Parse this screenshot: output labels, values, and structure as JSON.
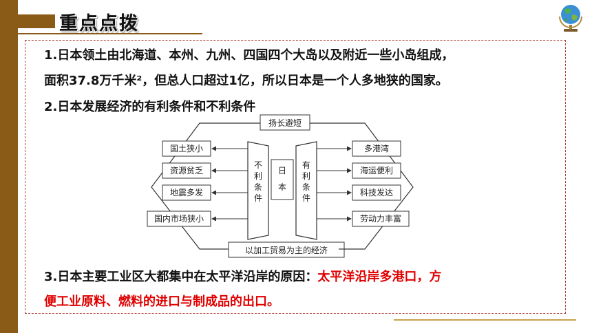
{
  "title": "重点点拨",
  "paragraphs": {
    "p1_line1": "1.日本领土由北海道、本州、九州、四国四个大岛以及附近一些小岛组成，",
    "p1_line2": "面积37.8万千米²，但总人口超过1亿，所以日本是一个人多地狭的国家。",
    "p2": "2.日本发展经济的有利条件和不利条件",
    "p3_line1_black": "3.日本主要工业区大都集中在太平洋沿岸的原因：",
    "p3_line1_red": "太平洋沿岸多港口，方",
    "p3_line2_red": "便工业原料、燃料的进口与制成品的出口。"
  },
  "diagram": {
    "top_box": "扬长避短",
    "bottom_box": "以加工贸易为主的经济",
    "center": "日本",
    "left_trap": "不利条件",
    "right_trap": "有利条件",
    "disadvantages": [
      "国土狭小",
      "资源贫乏",
      "地震多发",
      "国内市场狭小"
    ],
    "advantages": [
      "多港湾",
      "海运便利",
      "科技发达",
      "劳动力丰富"
    ]
  },
  "colors": {
    "accent": "#8a5a17",
    "highlight": "#e00000",
    "border": "#b0403a"
  }
}
